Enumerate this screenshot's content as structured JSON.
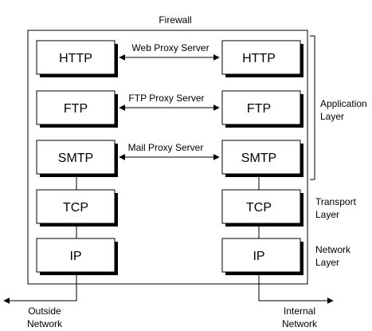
{
  "firewall_label": "Firewall",
  "proxies": {
    "web": "Web Proxy Server",
    "ftp": "FTP Proxy Server",
    "mail": "Mail Proxy Server"
  },
  "left_stack": {
    "http": "HTTP",
    "ftp": "FTP",
    "smtp": "SMTP",
    "tcp": "TCP",
    "ip": "IP"
  },
  "right_stack": {
    "http": "HTTP",
    "ftp": "FTP",
    "smtp": "SMTP",
    "tcp": "TCP",
    "ip": "IP"
  },
  "layers": {
    "application": [
      "Application",
      "Layer"
    ],
    "transport": [
      "Transport",
      "Layer"
    ],
    "network": [
      "Network",
      "Layer"
    ]
  },
  "networks": {
    "outside": [
      "Outside",
      "Network"
    ],
    "internal": [
      "Internal",
      "Network"
    ]
  }
}
